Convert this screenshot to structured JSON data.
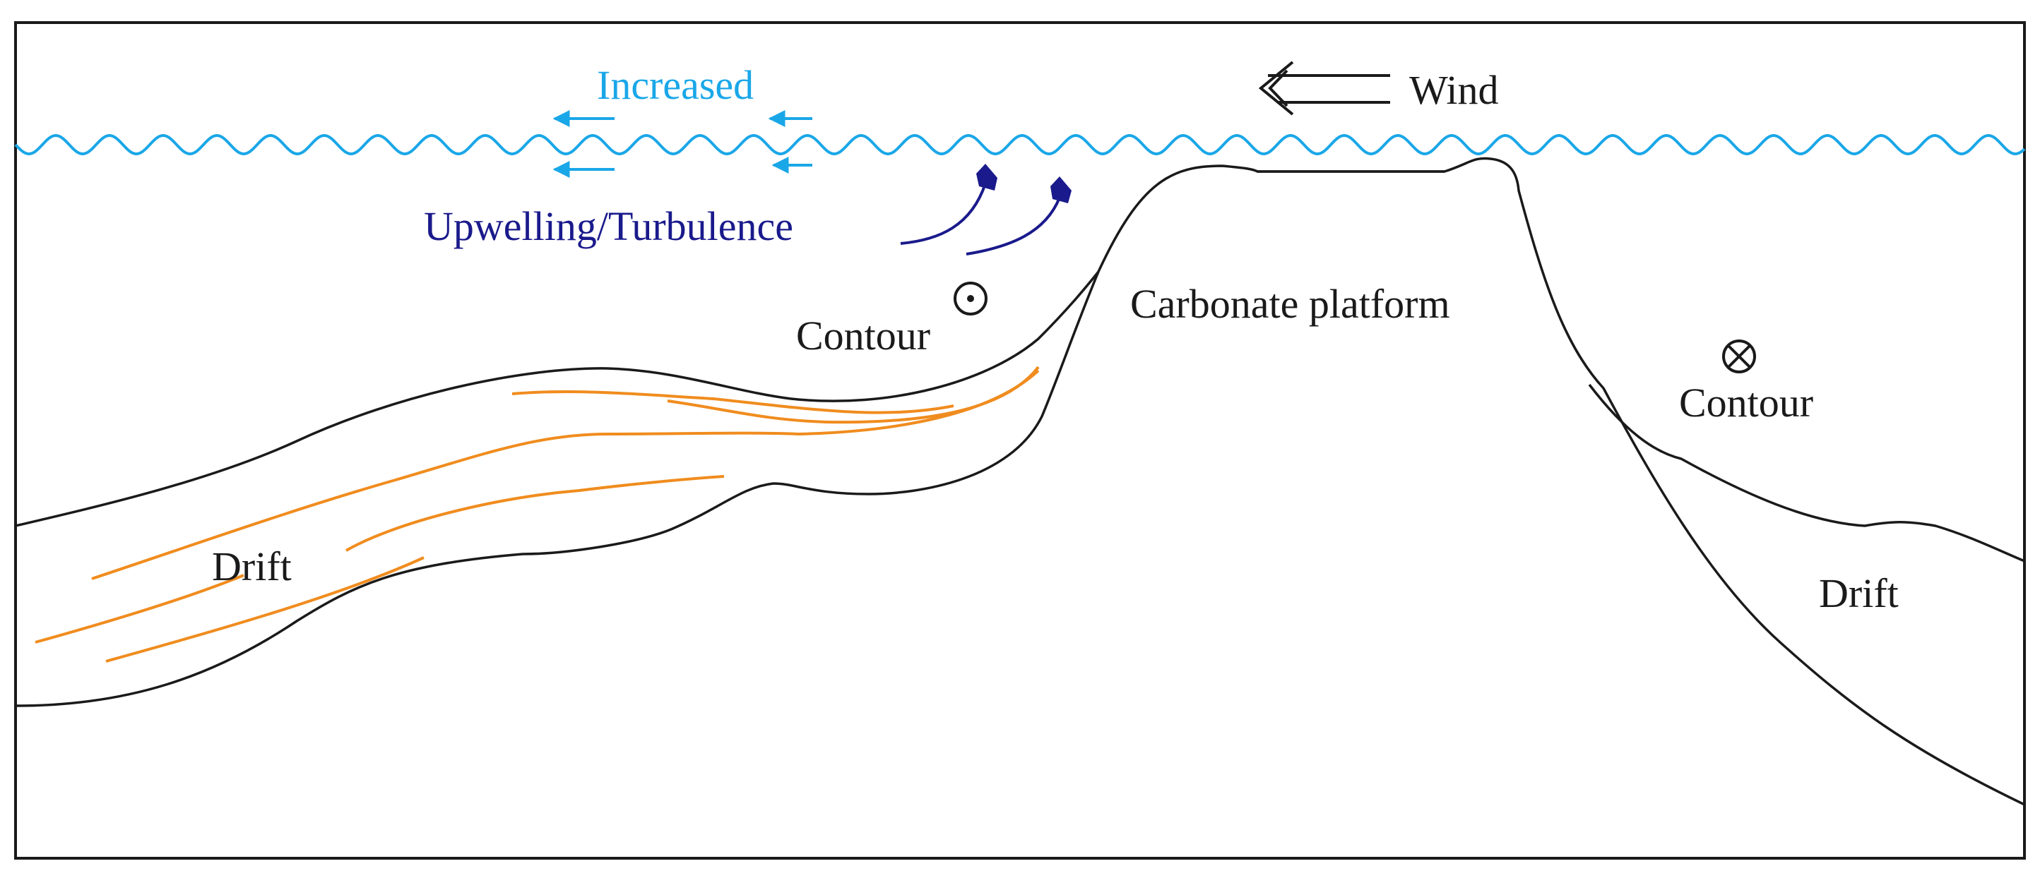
{
  "labels": {
    "increased": "Increased",
    "wind": "Wind",
    "upwelling": "Upwelling/Turbulence",
    "contour_left": "Contour",
    "contour_right": "Contour",
    "carbonate_platform": "Carbonate platform",
    "drift_left": "Drift",
    "drift_right": "Drift"
  },
  "symbols": {
    "contour_left": "current-out-of-page-icon",
    "contour_right": "current-into-page-icon"
  },
  "colors": {
    "sea_surface": "#1aa7e8",
    "increased_text": "#1aa7e8",
    "upwelling": "#1a1a8c",
    "drift_layers": "#f08c1e",
    "outline": "#1a1a1a"
  }
}
